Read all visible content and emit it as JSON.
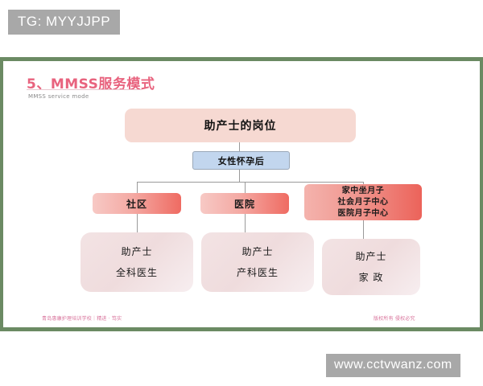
{
  "watermarks": {
    "top_left": "TG: MYYJJPP",
    "bottom_right": "www.cctvwanz.com"
  },
  "slide": {
    "title": "5、MMSS服务模式",
    "subtitle": "MMSS service mode",
    "footer_left": "青岛惠康护理培训学校｜精进 · 笃实",
    "footer_right": "版权所有 侵权必究",
    "accent_green": "#6b8a63",
    "accent_pink": "#e8637e"
  },
  "chart_data": {
    "type": "diagram",
    "title": "5、MMSS服务模式",
    "root": "助产士的岗位",
    "condition": "女性怀孕后",
    "branches": [
      {
        "category": "社区",
        "category_lines": [
          "社区"
        ],
        "roles": [
          "助产士",
          "全科医生"
        ]
      },
      {
        "category": "医院",
        "category_lines": [
          "医院"
        ],
        "roles": [
          "助产士",
          "产科医生"
        ]
      },
      {
        "category": "家中坐月子 / 社会月子中心 / 医院月子中心",
        "category_lines": [
          "家中坐月子",
          "社会月子中心",
          "医院月子中心"
        ],
        "roles": [
          "助产士",
          "家 政"
        ]
      }
    ]
  }
}
